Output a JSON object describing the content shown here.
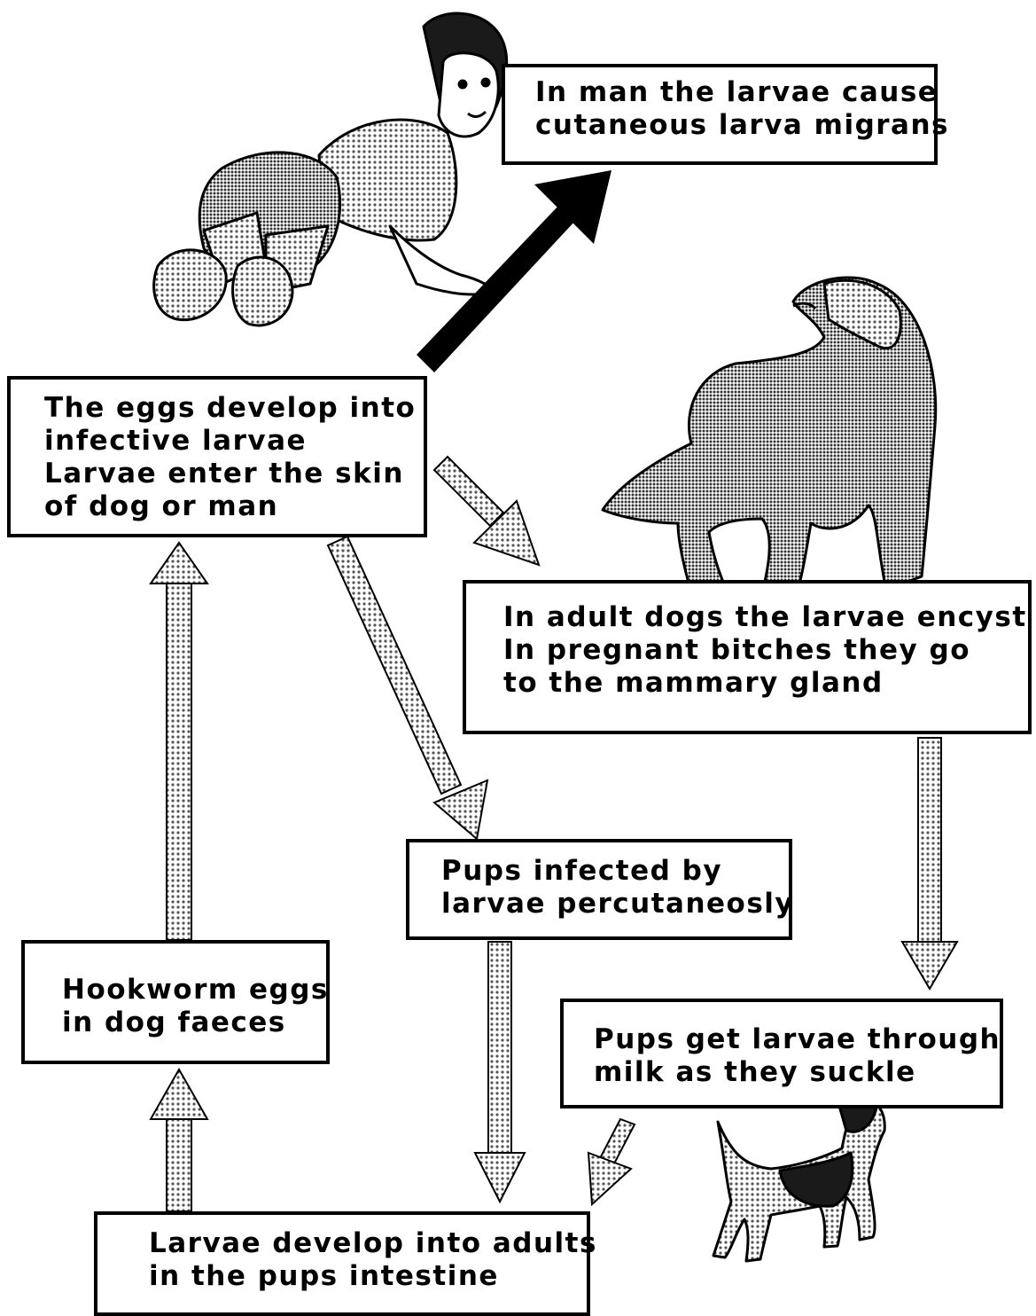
{
  "boxes": {
    "man": [
      "In man the larvae cause",
      "cutaneous larva migrans"
    ],
    "eggs_develop": [
      "The eggs develop into",
      "infective larvae",
      "Larvae enter the skin",
      "of dog or man"
    ],
    "adult_dogs": [
      "In adult dogs the larvae encyst",
      "In pregnant bitches they go",
      "to the mammary gland"
    ],
    "pups_infected": [
      "Pups infected by",
      "larvae percutaneosly"
    ],
    "hookworm_eggs": [
      "Hookworm eggs",
      "in dog faeces"
    ],
    "pups_milk": [
      "Pups get larvae through",
      "milk as they suckle"
    ],
    "larvae_adults": [
      "Larvae develop into adults",
      "in the pups intestine"
    ]
  },
  "illustrations": [
    "crawling-baby",
    "adult-dog",
    "puppy"
  ],
  "colors": {
    "arrow_gray": "#8c8c8c",
    "arrow_black": "#000000",
    "outline": "#000000"
  }
}
